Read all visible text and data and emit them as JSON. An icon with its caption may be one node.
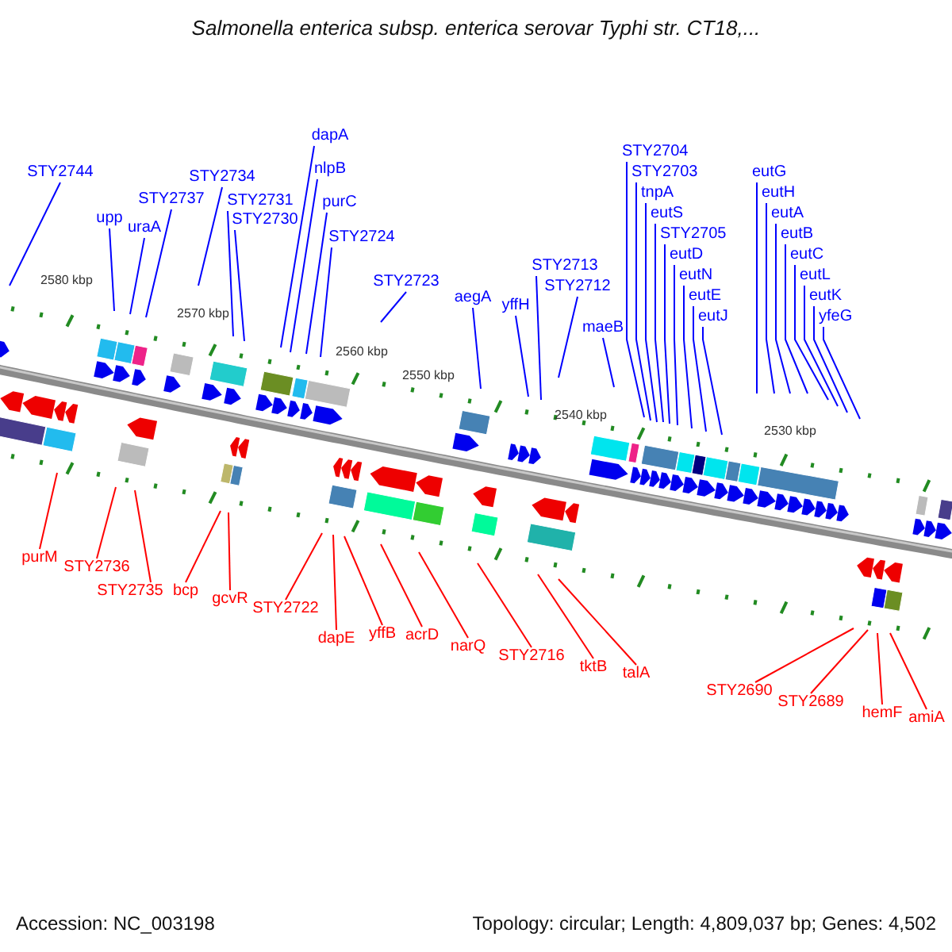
{
  "diagram": {
    "title": "Salmonella enterica subsp. enterica serovar Typhi str. CT18,...",
    "nodes": [
      {
        "text": [
          "STY2744"
        ]
      },
      {
        "text": [
          "upp"
        ]
      },
      {
        "text": [
          "uraA"
        ]
      },
      {
        "text": [
          "STY2737"
        ]
      },
      {
        "text": [
          "STY2734"
        ]
      },
      {
        "text": [
          "STY2731"
        ]
      },
      {
        "text": [
          "STY2730"
        ]
      },
      {
        "text": [
          "dapA"
        ]
      },
      {
        "text": [
          "nlpB"
        ]
      },
      {
        "text": [
          "purC"
        ]
      },
      {
        "text": [
          "STY2724"
        ]
      },
      {
        "text": [
          "STY2723"
        ]
      },
      {
        "text": [
          "aegA"
        ]
      },
      {
        "text": [
          "yffH"
        ]
      },
      {
        "text": [
          "STY2713"
        ]
      },
      {
        "text": [
          "STY2712"
        ]
      },
      {
        "text": [
          "maeB"
        ]
      },
      {
        "text": [
          "STY2704"
        ]
      },
      {
        "text": [
          "STY2703"
        ]
      },
      {
        "text": [
          "tnpA"
        ]
      },
      {
        "text": [
          "eutD"
        ]
      },
      {
        "text": [
          "eutS"
        ]
      },
      {
        "text": [
          "eutN"
        ]
      },
      {
        "text": [
          "STY2705"
        ]
      },
      {
        "text": [
          "eutE"
        ]
      },
      {
        "text": [
          "eutJ"
        ]
      },
      {
        "text": [
          "eutG"
        ]
      },
      {
        "text": [
          "eutH"
        ]
      },
      {
        "text": [
          "eutA"
        ]
      },
      {
        "text": [
          "eutB"
        ]
      },
      {
        "text": [
          "eutC"
        ]
      },
      {
        "text": [
          "eutL"
        ]
      },
      {
        "text": [
          "eutK"
        ]
      },
      {
        "text": [
          "yfeG"
        ]
      },
      {
        "text": [
          "purM"
        ]
      },
      {
        "text": [
          "STY2736"
        ]
      },
      {
        "text": [
          "STY2735"
        ]
      },
      {
        "text": [
          "bcp"
        ]
      },
      {
        "text": [
          "gcvR"
        ]
      },
      {
        "text": [
          "STY2722"
        ]
      },
      {
        "text": [
          "dapE"
        ]
      },
      {
        "text": [
          "yffB"
        ]
      },
      {
        "text": [
          "acrD"
        ]
      },
      {
        "text": [
          "narQ"
        ]
      },
      {
        "text": [
          "STY2716"
        ]
      },
      {
        "text": [
          "tktB"
        ]
      },
      {
        "text": [
          "talA"
        ]
      },
      {
        "text": [
          "STY2690"
        ]
      },
      {
        "text": [
          "STY2689"
        ]
      },
      {
        "text": [
          "hemF"
        ]
      },
      {
        "text": [
          "amiA"
        ]
      }
    ],
    "edges": [
      {
        "from": 0,
        "to": null,
        "arrow": "none"
      },
      {
        "from": 1,
        "to": null,
        "arrow": "none"
      },
      {
        "from": 2,
        "to": null,
        "arrow": "none"
      },
      {
        "from": 3,
        "to": null,
        "arrow": "none"
      },
      {
        "from": 4,
        "to": null,
        "arrow": "none"
      },
      {
        "from": 5,
        "to": null,
        "arrow": "none"
      },
      {
        "from": 6,
        "to": null,
        "arrow": "none"
      },
      {
        "from": 7,
        "to": null,
        "arrow": "none"
      },
      {
        "from": 8,
        "to": null,
        "arrow": "none"
      },
      {
        "from": 9,
        "to": null,
        "arrow": "none"
      },
      {
        "from": 10,
        "to": null,
        "arrow": "none"
      },
      {
        "from": 11,
        "to": null,
        "arrow": "none"
      },
      {
        "from": 12,
        "to": null,
        "arrow": "none"
      },
      {
        "from": 13,
        "to": null,
        "arrow": "none"
      },
      {
        "from": 14,
        "to": null,
        "arrow": "none"
      },
      {
        "from": 15,
        "to": null,
        "arrow": "none"
      },
      {
        "from": 16,
        "to": null,
        "arrow": "none"
      },
      {
        "from": 17,
        "to": null,
        "arrow": "none"
      },
      {
        "from": 18,
        "to": null,
        "arrow": "none"
      },
      {
        "from": 19,
        "to": null,
        "arrow": "none"
      },
      {
        "from": 20,
        "to": null,
        "arrow": "none"
      },
      {
        "from": 21,
        "to": null,
        "arrow": "none"
      },
      {
        "from": 22,
        "to": null,
        "arrow": "none"
      },
      {
        "from": 23,
        "to": null,
        "arrow": "none"
      },
      {
        "from": 24,
        "to": null,
        "arrow": "none"
      },
      {
        "from": 25,
        "to": null,
        "arrow": "none"
      },
      {
        "from": 26,
        "to": null,
        "arrow": "none"
      },
      {
        "from": 27,
        "to": null,
        "arrow": "none"
      },
      {
        "from": 28,
        "to": null,
        "arrow": "none"
      },
      {
        "from": 29,
        "to": null,
        "arrow": "none"
      },
      {
        "from": 30,
        "to": null,
        "arrow": "none"
      },
      {
        "from": 31,
        "to": null,
        "arrow": "none"
      },
      {
        "from": 32,
        "to": null,
        "arrow": "none"
      },
      {
        "from": 33,
        "to": null,
        "arrow": "none"
      },
      {
        "from": 34,
        "to": null,
        "arrow": "none",
        "color": "#ff0000"
      },
      {
        "from": 35,
        "to": null,
        "arrow": "none",
        "color": "#ff0000"
      },
      {
        "from": 36,
        "to": null,
        "arrow": "none",
        "color": "#ff0000"
      },
      {
        "from": 37,
        "to": null,
        "arrow": "none",
        "color": "#ff0000"
      },
      {
        "from": 38,
        "to": null,
        "arrow": "none",
        "color": "#ff0000"
      },
      {
        "from": 39,
        "to": null,
        "arrow": "none",
        "color": "#ff0000"
      },
      {
        "from": 40,
        "to": null,
        "arrow": "none",
        "color": "#ff0000"
      },
      {
        "from": 41,
        "to": null,
        "arrow": "none",
        "color": "#ff0000"
      },
      {
        "from": 42,
        "to": null,
        "arrow": "none",
        "color": "#ff0000"
      },
      {
        "from": 43,
        "to": null,
        "arrow": "none",
        "color": "#ff0000"
      },
      {
        "from": 44,
        "to": null,
        "arrow": "none",
        "color": "#ff0000"
      },
      {
        "from": 45,
        "to": null,
        "arrow": "none",
        "color": "#ff0000"
      },
      {
        "from": 46,
        "to": null,
        "arrow": "none",
        "color": "#ff0000"
      },
      {
        "from": 47,
        "to": null,
        "arrow": "none",
        "color": "#ff0000"
      },
      {
        "from": 48,
        "to": null,
        "arrow": "none",
        "color": "#ff0000"
      },
      {
        "from": 49,
        "to": null,
        "arrow": "none",
        "color": "#ff0000"
      },
      {
        "from": 50,
        "to": null,
        "arrow": "none",
        "color": "#ff0000"
      }
    ],
    "labels": [
      "Accession: NC_003198",
      "Topology: circular; Length: 4,809,037 bp; Genes: 4,502",
      "2580 kbp",
      "2570 kbp",
      "2560 kbp",
      "2550 kbp",
      "2540 kbp",
      "2530 kbp"
    ]
  }
}
